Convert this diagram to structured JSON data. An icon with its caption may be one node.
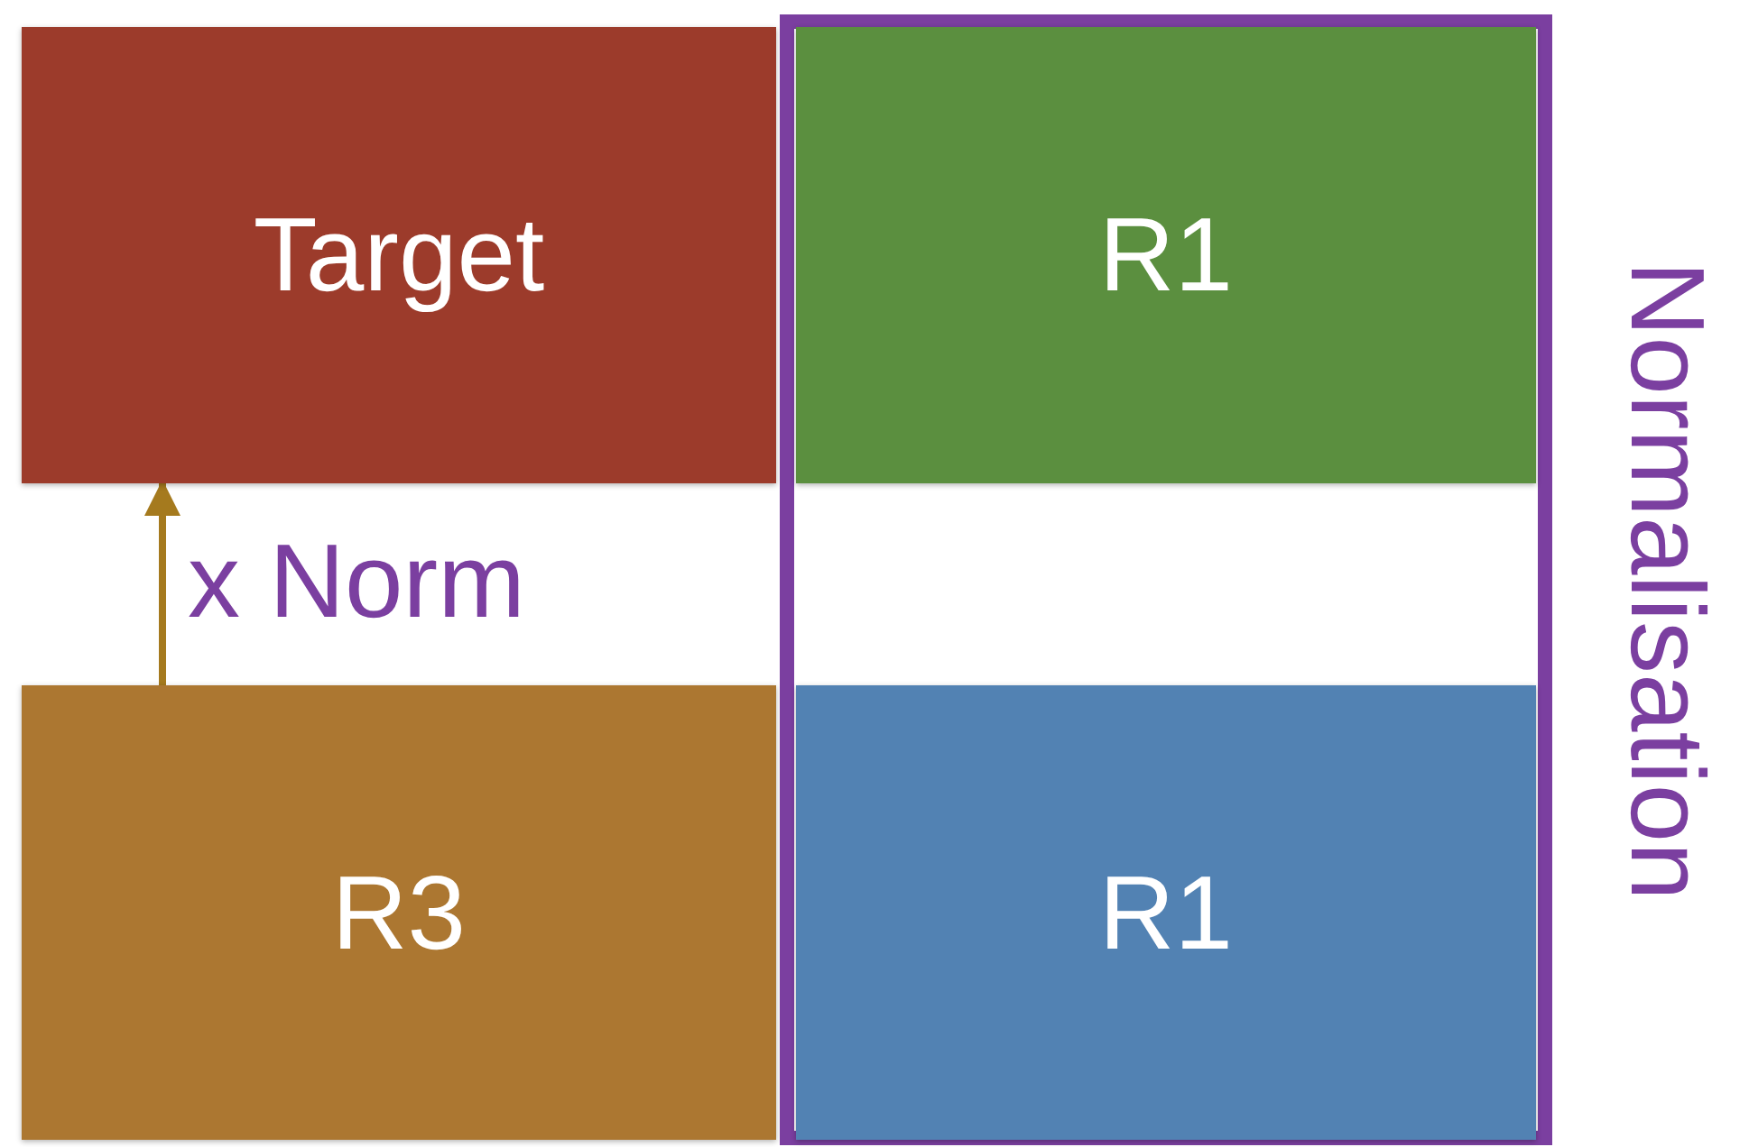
{
  "diagram": {
    "nodes": [
      {
        "text": [
          "Target"
        ]
      },
      {
        "text": [
          "Normalisation"
        ]
      },
      {
        "text": [
          "R1"
        ],
        "in": 1
      },
      {
        "text": [
          "R3"
        ]
      },
      {
        "text": [
          "R1"
        ],
        "in": 1
      }
    ],
    "edges": [
      {
        "from": 3,
        "to": 0,
        "arrow": "to",
        "label": "x Norm"
      }
    ]
  }
}
